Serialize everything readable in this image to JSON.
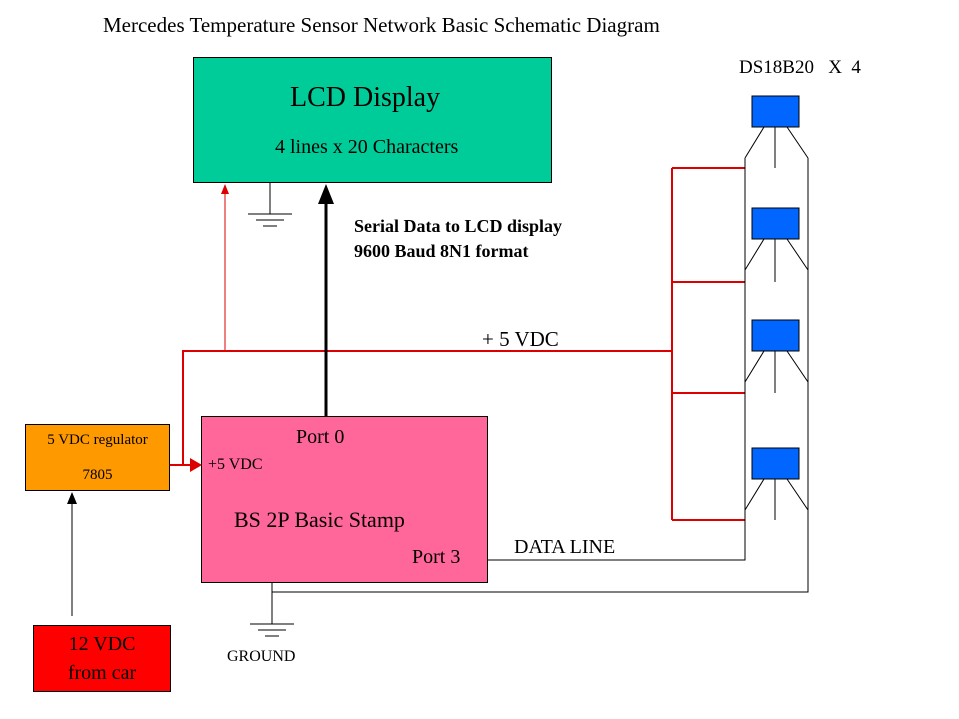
{
  "title": "Mercedes Temperature Sensor Network  Basic Schematic Diagram",
  "colors": {
    "lcd": "#00cc99",
    "stamp": "#ff6699",
    "regulator": "#ff9900",
    "power_source": "#ff0000",
    "sensor": "#0066ff",
    "wire_power": "#dd0000",
    "wire_signal": "#000000"
  },
  "lcd": {
    "title": "LCD Display",
    "subtitle": "4 lines x 20 Characters"
  },
  "serial": {
    "line1": "Serial Data to LCD display",
    "line2": "9600 Baud 8N1 format"
  },
  "vdc_bus": "+ 5 VDC",
  "sensors": {
    "label": "DS18B20   X  4",
    "count": 4
  },
  "regulator": {
    "line1": "5 VDC regulator",
    "line2": "7805"
  },
  "power_source": {
    "line1": "12 VDC",
    "line2": "from car"
  },
  "stamp": {
    "title": "BS 2P Basic Stamp",
    "port0": "Port 0",
    "vin": "+5 VDC",
    "port3": "Port 3"
  },
  "data_line": "DATA LINE",
  "ground": "GROUND"
}
